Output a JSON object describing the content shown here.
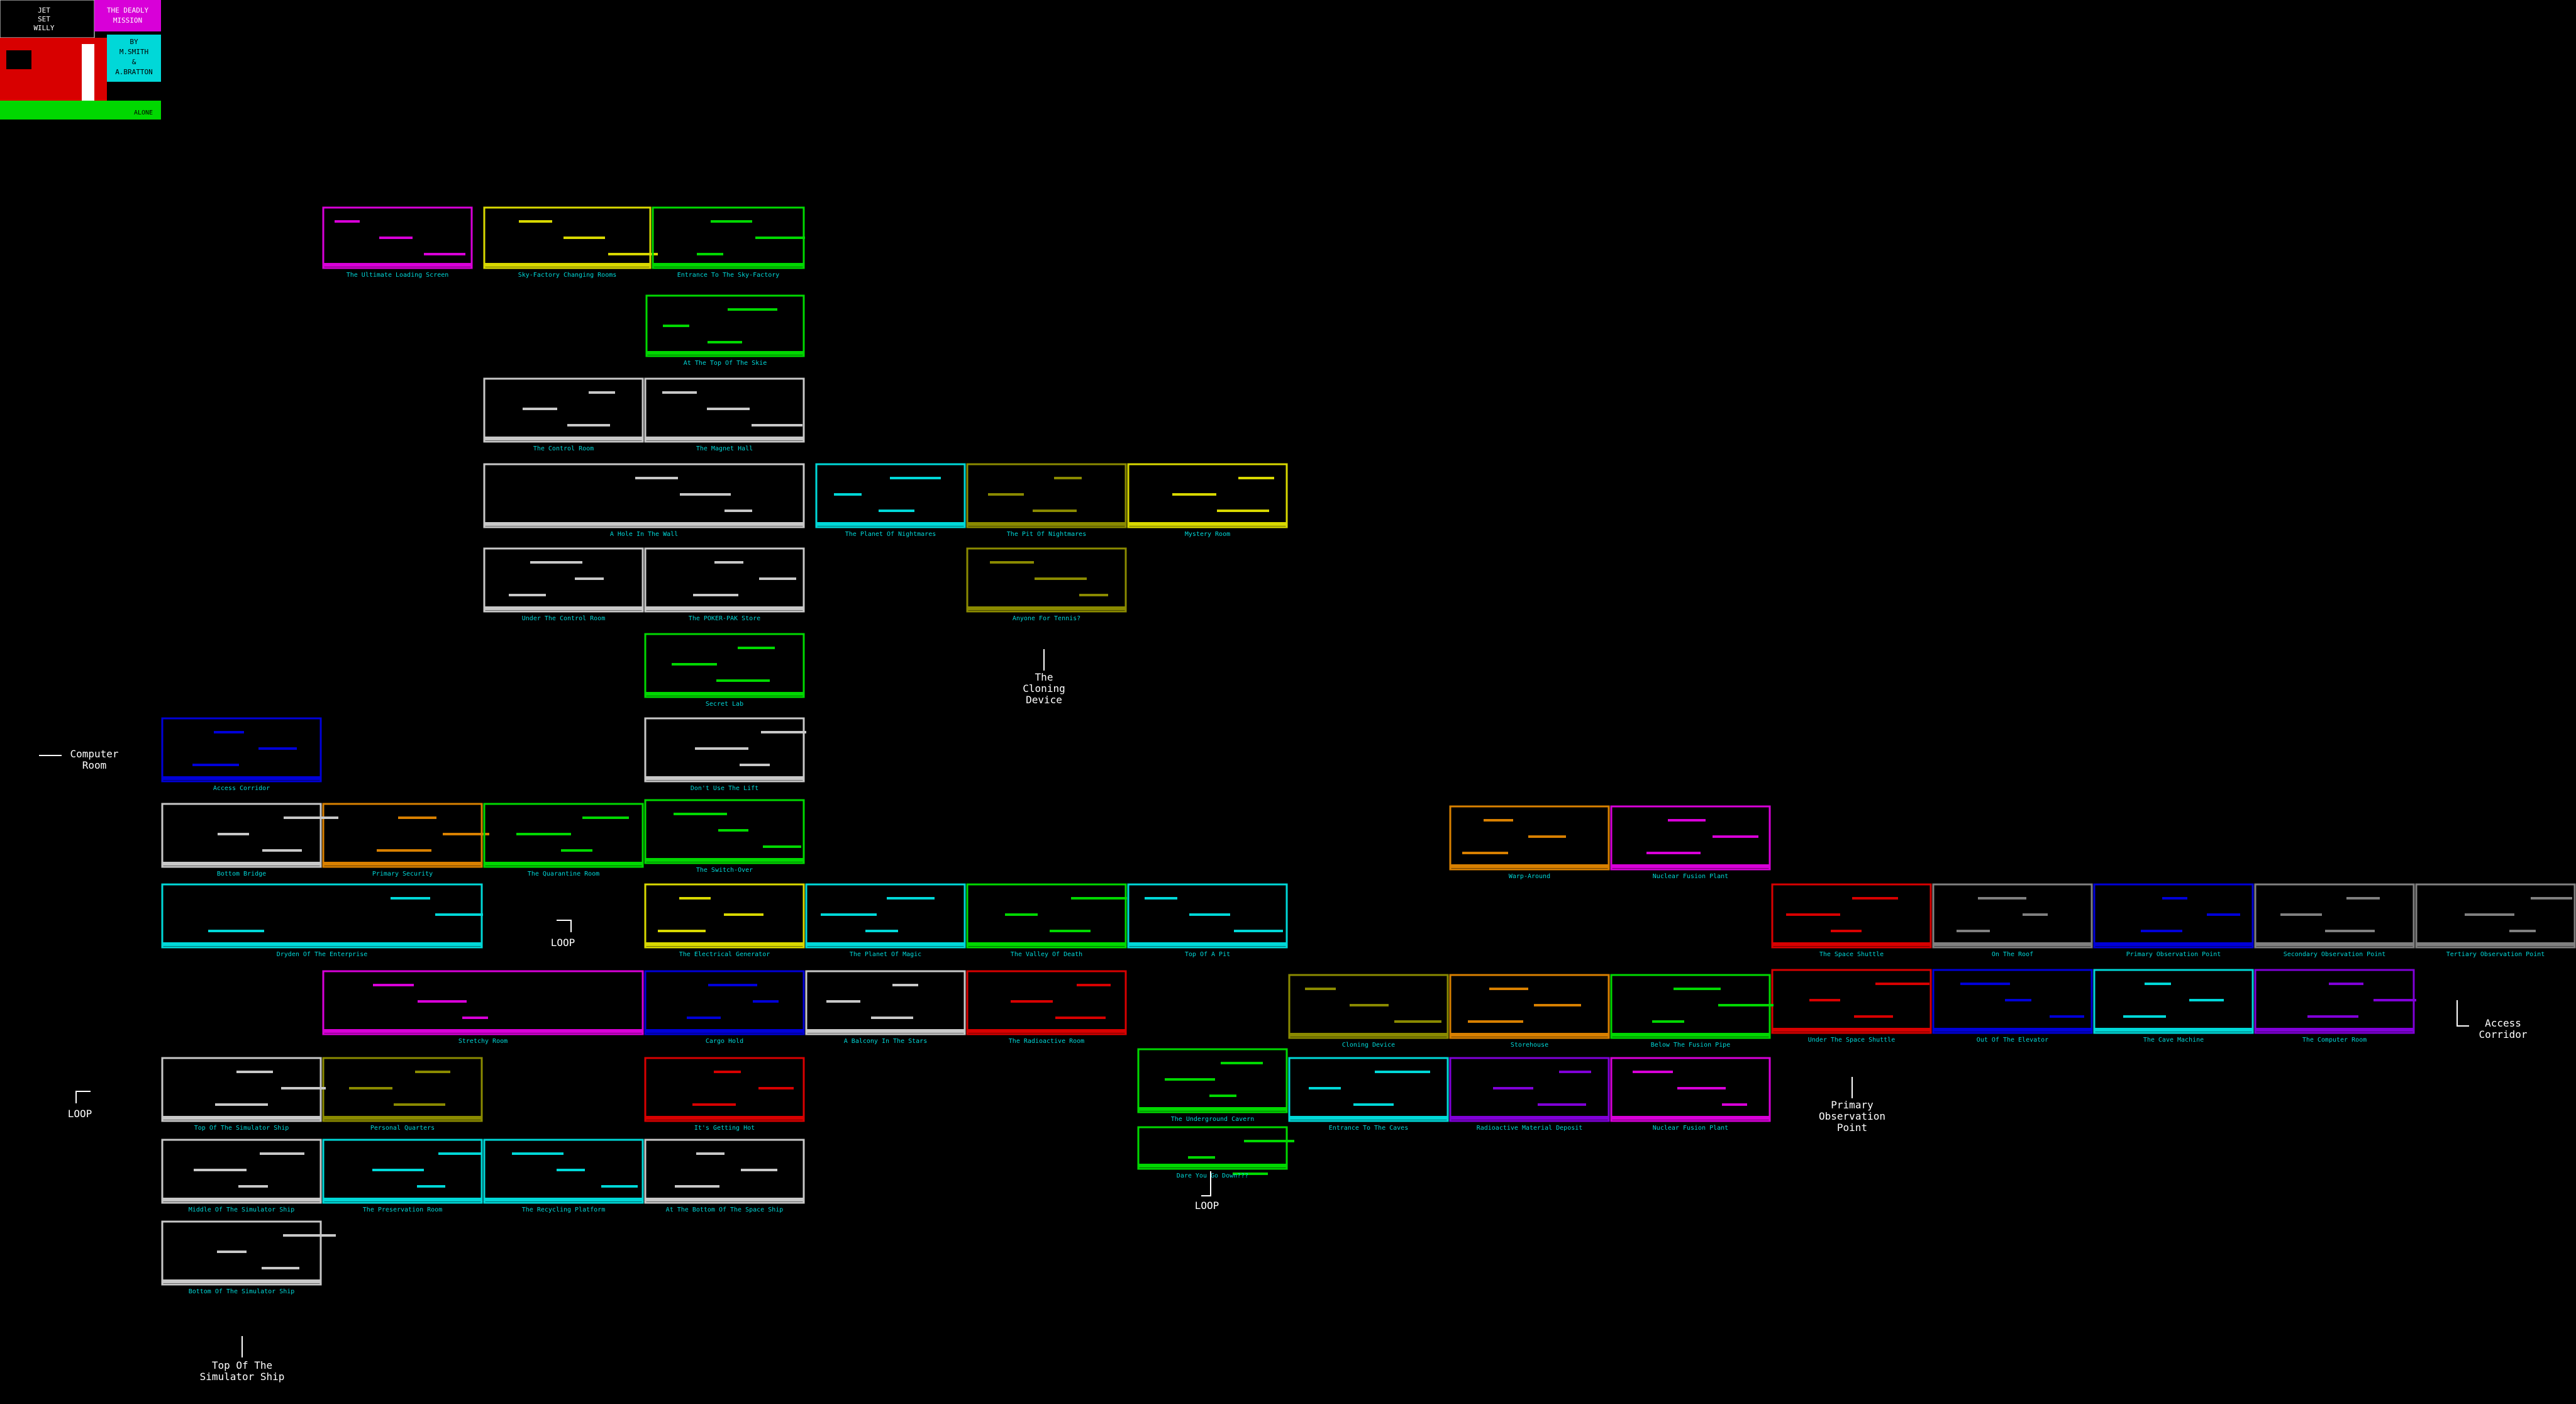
{
  "title_card": {
    "game_lines": [
      "JET",
      "SET",
      "WILLY"
    ],
    "subtitle_lines": [
      "THE DEADLY",
      "MISSION"
    ],
    "credit_lines": [
      "BY",
      "M.SMITH",
      "&",
      "A.BRATTON"
    ],
    "corner_tag": "ALONE"
  },
  "colors": {
    "background": "#000000",
    "white": "#ffffff",
    "cyan": "#00d8d8",
    "magenta": "#d800d8",
    "red": "#d80000",
    "green": "#00d800",
    "yellow": "#d8d800",
    "blue": "#0000d8",
    "light_grey": "#c8c8c8",
    "olive": "#8a8a00",
    "orange": "#d88000",
    "dark_grey": "#808080",
    "lime": "#8ad800",
    "purple": "#8000d8"
  },
  "annotations": {
    "computer_room": "Computer\nRoom",
    "cloning_device": "The\nCloning\nDevice",
    "loop": "LOOP",
    "primary_observation_point": "Primary\nObservation\nPoint",
    "access_corridor": "Access\nCorridor",
    "top_of_simulator_ship": "Top Of The\nSimulator Ship"
  },
  "rooms": [
    {
      "name": "The Ultimate Loading Screen",
      "color": "magenta"
    },
    {
      "name": "Sky-Factory Changing Rooms",
      "color": "yellow"
    },
    {
      "name": "Entrance To The Sky-Factory",
      "color": "green"
    },
    {
      "name": "At The Top Of The Skie",
      "color": "green"
    },
    {
      "name": "The Control Room",
      "color": "light_grey"
    },
    {
      "name": "The Magnet Hall",
      "color": "light_grey"
    },
    {
      "name": "A Hole In The Wall",
      "color": "light_grey"
    },
    {
      "name": "The Planet Of Nightmares",
      "color": "cyan"
    },
    {
      "name": "The Pit Of Nightmares",
      "color": "olive"
    },
    {
      "name": "Mystery Room",
      "color": "yellow"
    },
    {
      "name": "Anyone For Tennis?",
      "color": "olive"
    },
    {
      "name": "Under The Control Room",
      "color": "light_grey"
    },
    {
      "name": "The POKER-PAK Store",
      "color": "light_grey"
    },
    {
      "name": "Secret Lab",
      "color": "green"
    },
    {
      "name": "Don't Use The Lift",
      "color": "light_grey"
    },
    {
      "name": "The Switch-Over",
      "color": "green"
    },
    {
      "name": "Access Corridor",
      "color": "blue"
    },
    {
      "name": "Primary Security",
      "color": "orange"
    },
    {
      "name": "The Quarantine Room",
      "color": "green"
    },
    {
      "name": "Bottom Bridge",
      "color": "light_grey"
    },
    {
      "name": "The Electrical Generator",
      "color": "yellow"
    },
    {
      "name": "Dryden Of The Enterprise",
      "color": "cyan"
    },
    {
      "name": "The Planet Of Magic",
      "color": "cyan"
    },
    {
      "name": "The Valley Of Death",
      "color": "green"
    },
    {
      "name": "Top Of A Pit",
      "color": "cyan"
    },
    {
      "name": "Stretchy Room",
      "color": "magenta"
    },
    {
      "name": "Cargo Hold",
      "color": "blue"
    },
    {
      "name": "A Balcony In The Stars",
      "color": "light_grey"
    },
    {
      "name": "The Radioactive Room",
      "color": "red"
    },
    {
      "name": "The Underground Cavern",
      "color": "green"
    },
    {
      "name": "Dare You Go Down???",
      "color": "green"
    },
    {
      "name": "It's Getting Hot",
      "color": "red"
    },
    {
      "name": "Personal Quarters",
      "color": "olive"
    },
    {
      "name": "The Preservation Room",
      "color": "cyan"
    },
    {
      "name": "The Recycling Platform",
      "color": "cyan"
    },
    {
      "name": "At The Bottom Of The Space Ship",
      "color": "light_grey"
    },
    {
      "name": "Top Of The Simulator Ship",
      "color": "light_grey"
    },
    {
      "name": "Middle Of The Simulator Ship",
      "color": "light_grey"
    },
    {
      "name": "Bottom Of The Simulator Ship",
      "color": "light_grey"
    },
    {
      "name": "Warp-Around",
      "color": "orange"
    },
    {
      "name": "Nuclear Fusion Plant",
      "color": "magenta"
    },
    {
      "name": "The Space Shuttle",
      "color": "red"
    },
    {
      "name": "Under The Space Shuttle",
      "color": "red"
    },
    {
      "name": "Cloning Device",
      "color": "olive"
    },
    {
      "name": "Storehouse",
      "color": "orange"
    },
    {
      "name": "Below The Fusion Pipe",
      "color": "green"
    },
    {
      "name": "Entrance To The Caves",
      "color": "cyan"
    },
    {
      "name": "Radioactive Material Deposit",
      "color": "purple"
    },
    {
      "name": "Nuclear Fusion Plant",
      "color": "magenta"
    },
    {
      "name": "On The Roof",
      "color": "dark_grey"
    },
    {
      "name": "Primary Observation Point",
      "color": "blue"
    },
    {
      "name": "Secondary Observation Point",
      "color": "dark_grey"
    },
    {
      "name": "Tertiary Observation Point",
      "color": "dark_grey"
    },
    {
      "name": "Out Of The Elevator",
      "color": "blue"
    },
    {
      "name": "The Cave Machine",
      "color": "cyan"
    },
    {
      "name": "The Computer Room",
      "color": "purple"
    }
  ]
}
